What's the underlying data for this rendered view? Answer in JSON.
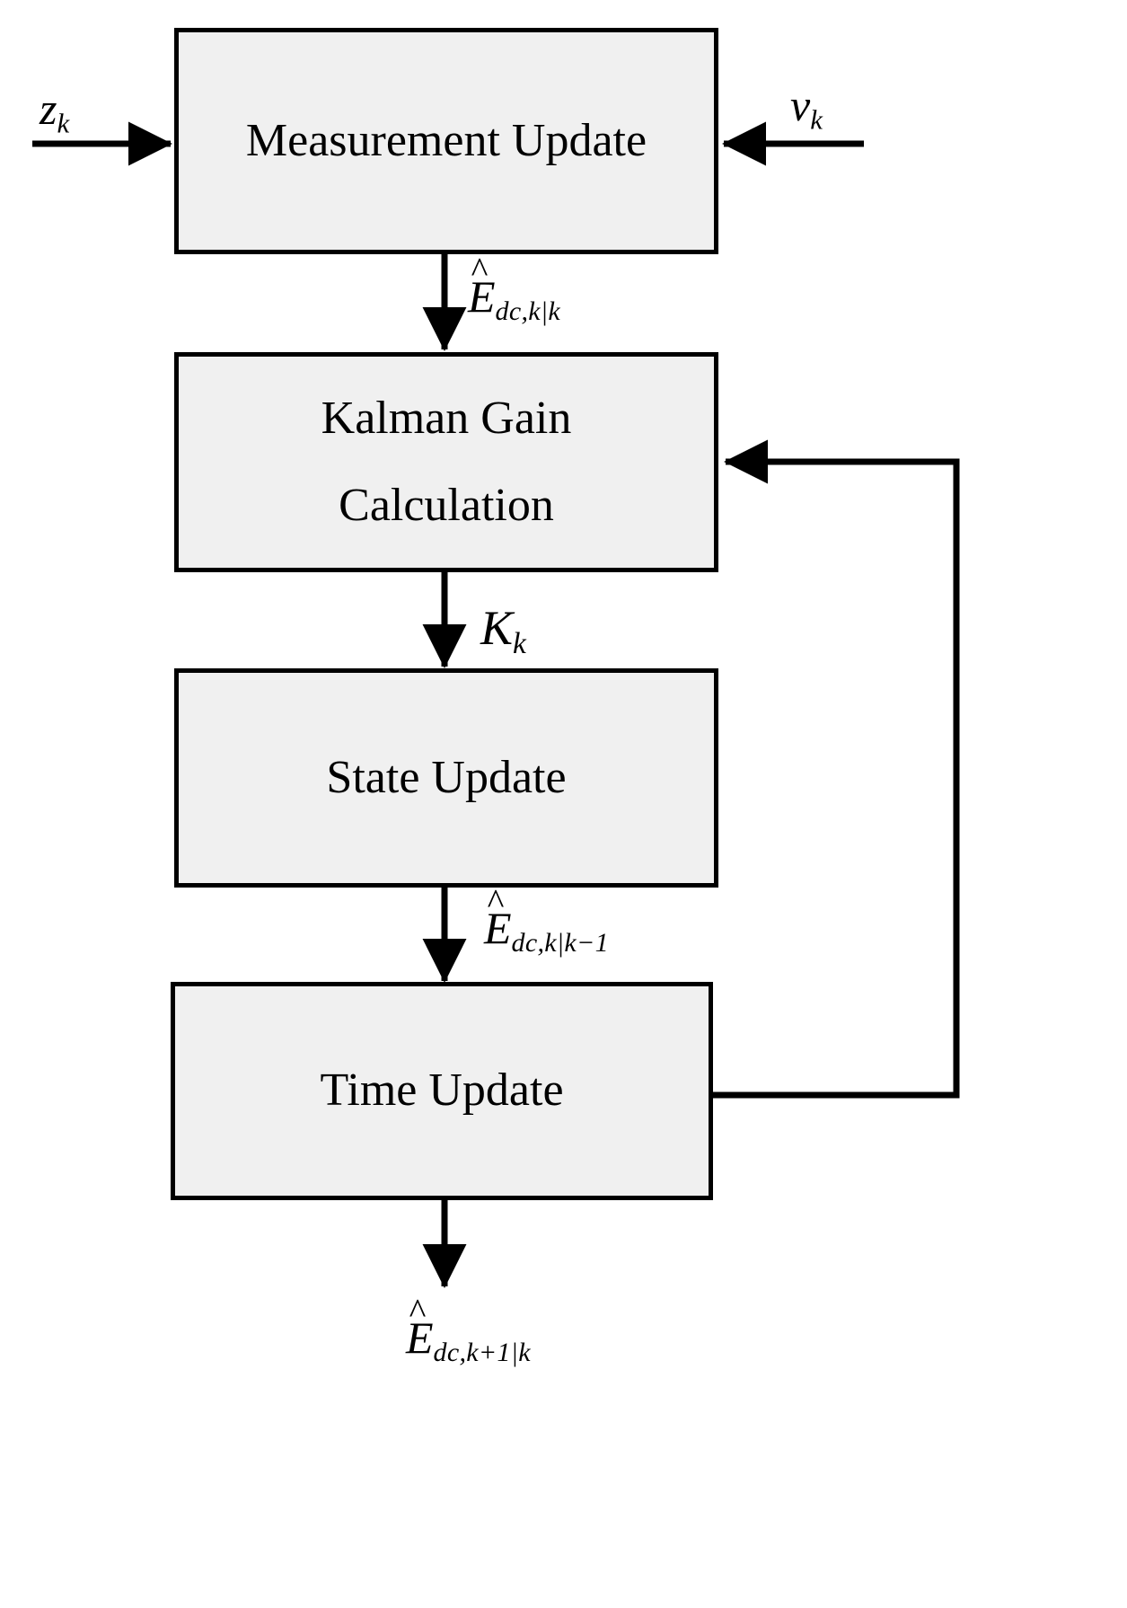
{
  "diagram": {
    "title": "Kalman filter block diagram",
    "colors": {
      "block_fill": "#f0f0f0",
      "stroke": "#000000",
      "background": "#ffffff"
    },
    "blocks": [
      {
        "id": "measurement-update",
        "lines": [
          "Measurement Update"
        ]
      },
      {
        "id": "kalman-gain-calculation",
        "lines": [
          "Kalman Gain",
          "Calculation"
        ]
      },
      {
        "id": "state-update",
        "lines": [
          "State Update"
        ]
      },
      {
        "id": "time-update",
        "lines": [
          "Time Update"
        ]
      }
    ],
    "labels": {
      "input_z": {
        "symbol": "z",
        "sub": "k",
        "hat": false,
        "text": "z_k"
      },
      "input_v": {
        "symbol": "v",
        "sub": "k",
        "hat": false,
        "text": "v_k"
      },
      "e_k_k": {
        "symbol": "E",
        "sub": "dc,k|k",
        "hat": true,
        "text": "Ê_dc,k|k"
      },
      "gain_k": {
        "symbol": "K",
        "sub": "k",
        "hat": false,
        "text": "K_k"
      },
      "e_k_km1": {
        "symbol": "E",
        "sub": "dc,k|k−1",
        "hat": true,
        "text": "Ê_dc,k|k−1"
      },
      "e_kp1_k": {
        "symbol": "E",
        "sub": "dc,k+1|k",
        "hat": true,
        "text": "Ê_dc,k+1|k"
      }
    },
    "arrows": [
      {
        "id": "z-into-measurement-update",
        "from": "z_k",
        "to": "measurement-update",
        "direction": "right"
      },
      {
        "id": "v-into-measurement-update",
        "from": "v_k",
        "to": "measurement-update",
        "direction": "left"
      },
      {
        "id": "measurement-update-to-kalman-gain",
        "label": "Ê_dc,k|k",
        "direction": "down"
      },
      {
        "id": "kalman-gain-to-state-update",
        "label": "K_k",
        "direction": "down"
      },
      {
        "id": "state-update-to-time-update",
        "label": "Ê_dc,k|k−1",
        "direction": "down"
      },
      {
        "id": "time-update-output",
        "label": "Ê_dc,k+1|k",
        "direction": "down"
      },
      {
        "id": "time-update-feedback-to-kalman-gain",
        "label": "",
        "direction": "feedback-loop"
      }
    ]
  }
}
